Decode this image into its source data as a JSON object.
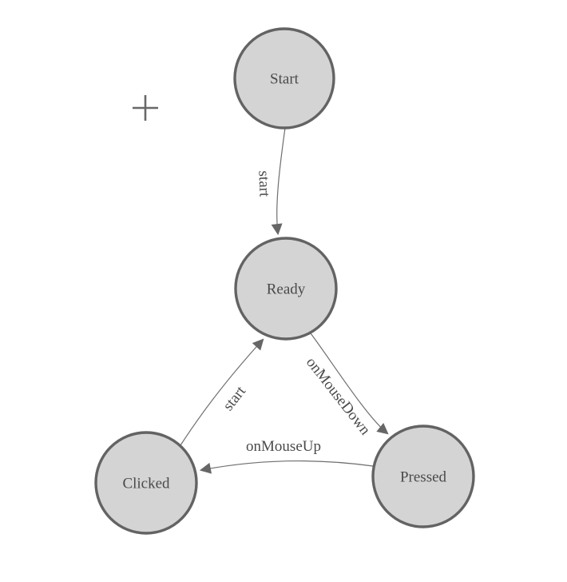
{
  "diagram": {
    "type": "state-machine",
    "background_color": "#ffffff",
    "colors": {
      "node_fill": "#d4d4d4",
      "node_border": "#636363",
      "edge_line": "#6e6e6e",
      "arrow_fill": "#666666",
      "text": "#4a4a4a"
    },
    "nodes": [
      {
        "id": "start",
        "label": "Start"
      },
      {
        "id": "ready",
        "label": "Ready"
      },
      {
        "id": "clicked",
        "label": "Clicked"
      },
      {
        "id": "pressed",
        "label": "Pressed"
      }
    ],
    "edges": [
      {
        "from": "Start",
        "to": "Ready",
        "label": "start"
      },
      {
        "from": "Ready",
        "to": "Pressed",
        "label": "onMouseDown"
      },
      {
        "from": "Pressed",
        "to": "Clicked",
        "label": "onMouseUp"
      },
      {
        "from": "Clicked",
        "to": "Ready",
        "label": "start"
      }
    ],
    "cursor": {
      "icon": "crosshair"
    }
  }
}
